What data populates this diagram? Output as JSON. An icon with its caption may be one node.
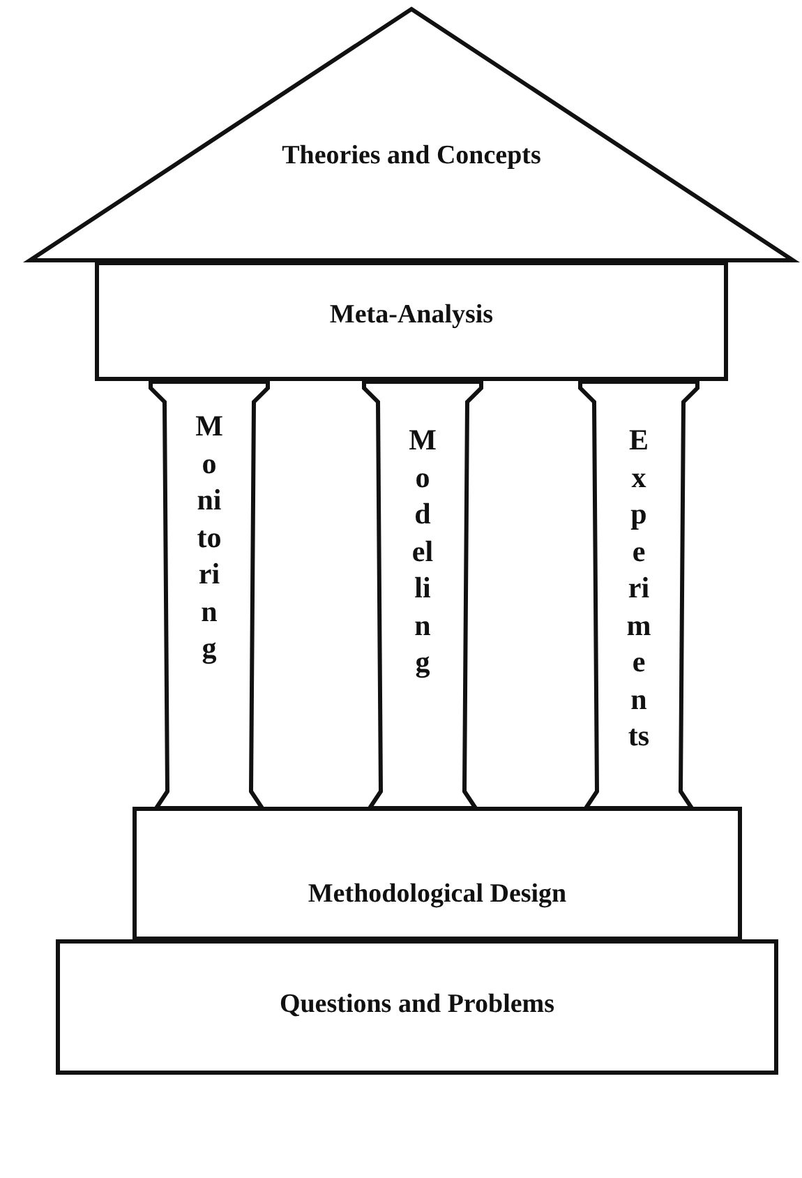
{
  "diagram": {
    "nodes": [
      {
        "text": [
          "Theories and Concepts"
        ]
      },
      {
        "text": [
          "Meta-Analysis"
        ]
      },
      {
        "text": [
          "Monitoring"
        ]
      },
      {
        "text": [
          "Modelling"
        ]
      },
      {
        "text": [
          "Experiments"
        ]
      },
      {
        "text": [
          "Methodological Design"
        ]
      },
      {
        "text": [
          "Questions and Problems"
        ]
      }
    ],
    "edges": []
  }
}
